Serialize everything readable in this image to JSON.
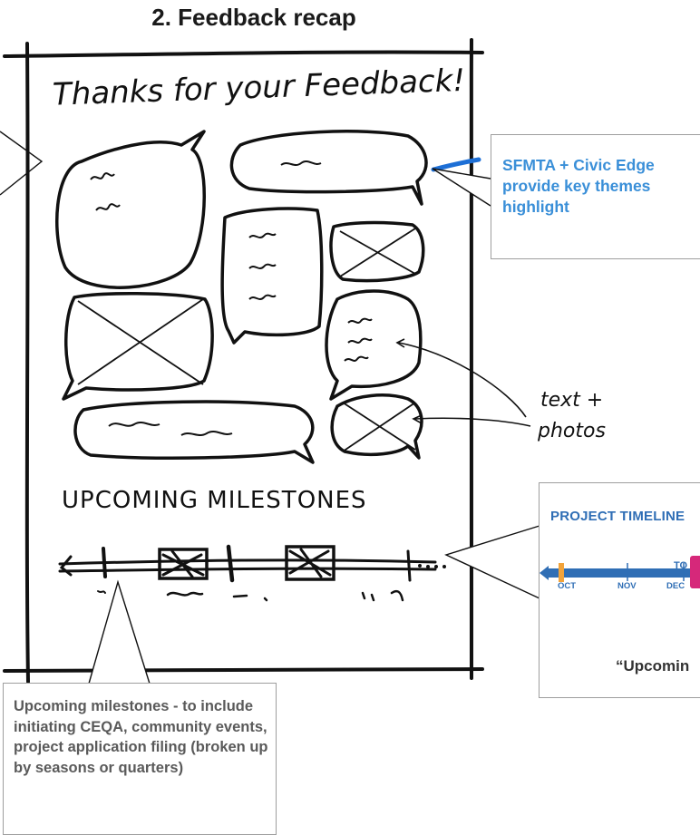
{
  "header": {
    "title": "2. Feedback recap"
  },
  "sketch": {
    "heading": "Thanks for your Feedback!",
    "milestones_heading": "UPCOMING MILESTONES",
    "annotation": "text +\nphotos",
    "annotation_line1": "text +",
    "annotation_line2": "photos"
  },
  "callouts": {
    "themes": {
      "line1": "SFMTA + Civic Edge",
      "line2": "provide key themes",
      "line3": "highlight"
    },
    "timeline": {
      "title": "PROJECT TIMELINE",
      "today_label": "TO",
      "months": [
        "OCT",
        "NOV",
        "DEC"
      ],
      "caption": "“Upcomin"
    },
    "milestones": {
      "text": "Upcoming milestones - to include initiating CEQA, community events, project application filing (broken up by seasons or quarters)"
    }
  },
  "colors": {
    "blue_text": "#3a8fd8",
    "timeline_blue": "#2f6eb5",
    "timeline_orange": "#f2a33a",
    "timeline_magenta": "#d6287a",
    "gray_text": "#5a5a5a"
  }
}
